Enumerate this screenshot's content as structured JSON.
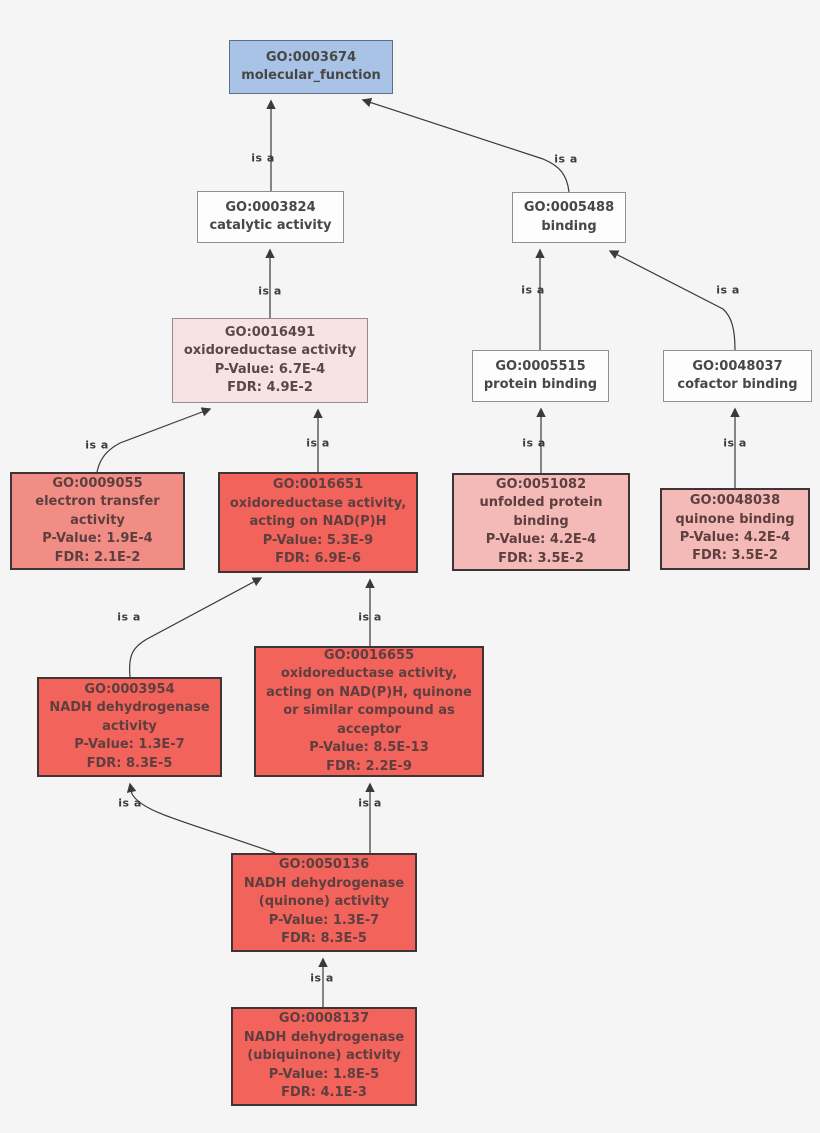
{
  "edge_label": "is a",
  "colors": {
    "background": "#f5f5f5",
    "root_fill": "#a8c3e5",
    "plain_fill": "#fdfdfd",
    "weak_enrichment_fill": "#f7e3e3",
    "medium_enrichment_fill": "#f28d85",
    "mild_enrichment_fill": "#f3bab8",
    "strong_enrichment_fill": "#f2635b",
    "edge_color": "#3a3a3a"
  },
  "nodes": [
    {
      "id": "GO:0003674",
      "name": "molecular_function"
    },
    {
      "id": "GO:0003824",
      "name": "catalytic activity"
    },
    {
      "id": "GO:0005488",
      "name": "binding"
    },
    {
      "id": "GO:0016491",
      "name": "oxidoreductase activity",
      "pvalue": "P-Value: 6.7E-4",
      "fdr": "FDR: 4.9E-2"
    },
    {
      "id": "GO:0005515",
      "name": "protein binding"
    },
    {
      "id": "GO:0048037",
      "name": "cofactor binding"
    },
    {
      "id": "GO:0009055",
      "name": "electron transfer activity",
      "pvalue": "P-Value: 1.9E-4",
      "fdr": "FDR: 2.1E-2"
    },
    {
      "id": "GO:0016651",
      "name": "oxidoreductase activity, acting on NAD(P)H",
      "pvalue": "P-Value: 5.3E-9",
      "fdr": "FDR: 6.9E-6"
    },
    {
      "id": "GO:0051082",
      "name": "unfolded protein binding",
      "pvalue": "P-Value: 4.2E-4",
      "fdr": "FDR: 3.5E-2"
    },
    {
      "id": "GO:0048038",
      "name": "quinone binding",
      "pvalue": "P-Value: 4.2E-4",
      "fdr": "FDR: 3.5E-2"
    },
    {
      "id": "GO:0003954",
      "name": "NADH dehydrogenase activity",
      "pvalue": "P-Value: 1.3E-7",
      "fdr": "FDR: 8.3E-5"
    },
    {
      "id": "GO:0016655",
      "name": "oxidoreductase activity, acting on NAD(P)H, quinone or similar compound as acceptor",
      "pvalue": "P-Value: 8.5E-13",
      "fdr": "FDR: 2.2E-9"
    },
    {
      "id": "GO:0050136",
      "name": "NADH dehydrogenase (quinone) activity",
      "pvalue": "P-Value: 1.3E-7",
      "fdr": "FDR: 8.3E-5"
    },
    {
      "id": "GO:0008137",
      "name": "NADH dehydrogenase (ubiquinone) activity",
      "pvalue": "P-Value: 1.8E-5",
      "fdr": "FDR: 4.1E-3"
    }
  ],
  "edges": [
    {
      "from": "GO:0003824",
      "to": "GO:0003674",
      "label": "is a"
    },
    {
      "from": "GO:0005488",
      "to": "GO:0003674",
      "label": "is a"
    },
    {
      "from": "GO:0016491",
      "to": "GO:0003824",
      "label": "is a"
    },
    {
      "from": "GO:0005515",
      "to": "GO:0005488",
      "label": "is a"
    },
    {
      "from": "GO:0048037",
      "to": "GO:0005488",
      "label": "is a"
    },
    {
      "from": "GO:0009055",
      "to": "GO:0016491",
      "label": "is a"
    },
    {
      "from": "GO:0016651",
      "to": "GO:0016491",
      "label": "is a"
    },
    {
      "from": "GO:0051082",
      "to": "GO:0005515",
      "label": "is a"
    },
    {
      "from": "GO:0048038",
      "to": "GO:0048037",
      "label": "is a"
    },
    {
      "from": "GO:0003954",
      "to": "GO:0016651",
      "label": "is a"
    },
    {
      "from": "GO:0016655",
      "to": "GO:0016651",
      "label": "is a"
    },
    {
      "from": "GO:0050136",
      "to": "GO:0003954",
      "label": "is a"
    },
    {
      "from": "GO:0050136",
      "to": "GO:0016655",
      "label": "is a"
    },
    {
      "from": "GO:0008137",
      "to": "GO:0050136",
      "label": "is a"
    }
  ]
}
